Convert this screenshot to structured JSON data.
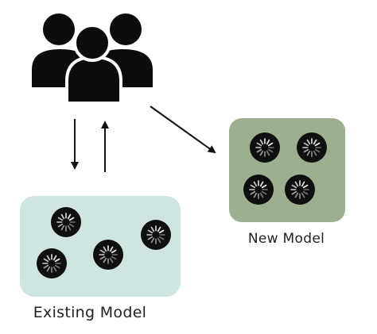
{
  "labels": {
    "existing_model": "Existing Model",
    "new_model": "New Model"
  },
  "colors": {
    "existing_box": "#cfe5e2",
    "new_box": "#9cb08f",
    "users": "#0c0c0c",
    "arrows": "#111111",
    "spinner_disc": "#0f0f0f",
    "spinner_ticks": "#ffffff"
  },
  "icons": {
    "users": "users-group-icon",
    "model_units": "loading-spinner-icon"
  },
  "counts": {
    "existing_model_units": 4,
    "new_model_units": 4
  }
}
